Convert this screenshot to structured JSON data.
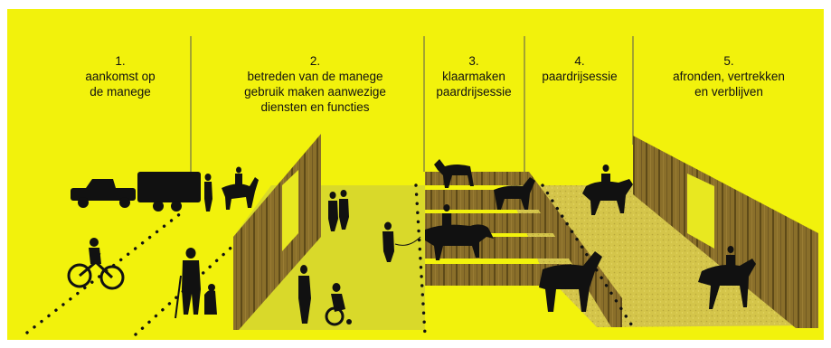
{
  "diagram": {
    "background_color": "#f2f20c",
    "wood_color": "#8a6f2a",
    "silhouette_color": "#111111",
    "stages": [
      {
        "number": "1.",
        "text": "aankomst op\nde manege"
      },
      {
        "number": "2.",
        "text": "betreden van de manege\ngebruik maken aanwezige\ndiensten en functies"
      },
      {
        "number": "3.",
        "text": "klaarmaken\npaardrijsessie"
      },
      {
        "number": "4.",
        "text": "paardrijsessie"
      },
      {
        "number": "5.",
        "text": "afronden, vertrekken\nen verblijven"
      }
    ]
  }
}
